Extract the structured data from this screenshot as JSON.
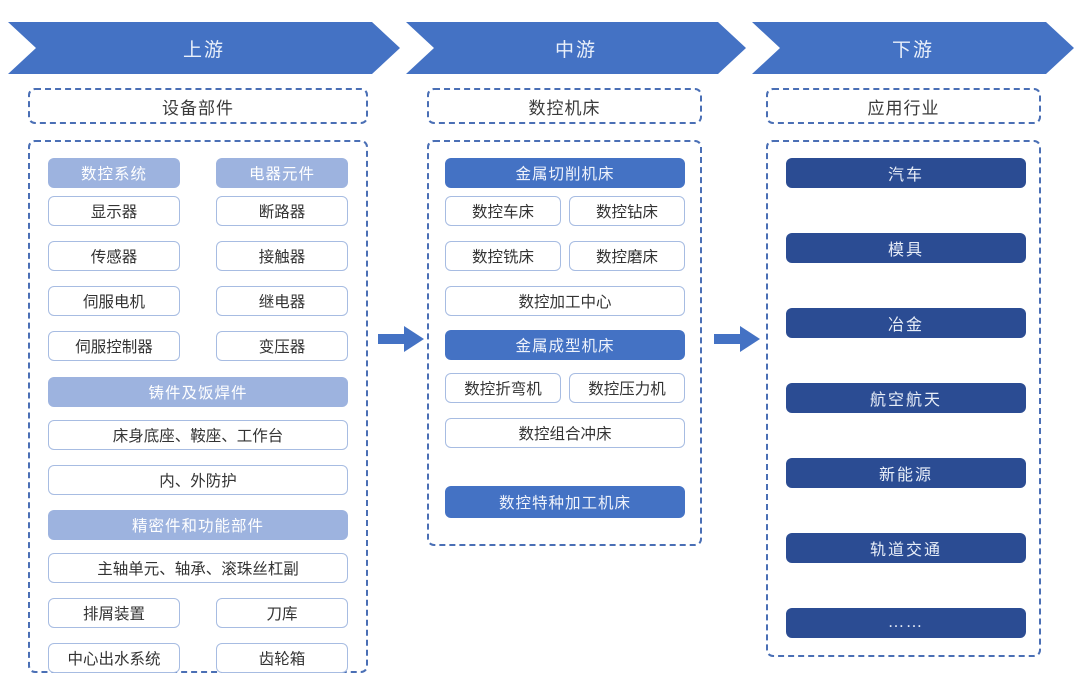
{
  "header": {
    "stages": [
      {
        "label": "上游",
        "icon": "chevron-right"
      },
      {
        "label": "中游",
        "icon": "chevron-right"
      },
      {
        "label": "下游",
        "icon": "chevron-right"
      }
    ]
  },
  "subtitles": {
    "upstream": "设备部件",
    "midstream": "数控机床",
    "downstream": "应用行业"
  },
  "upstream": {
    "groups": [
      {
        "header_left": "数控系统",
        "header_right": "电器元件",
        "rows": [
          {
            "left": "显示器",
            "right": "断路器"
          },
          {
            "left": "传感器",
            "right": "接触器"
          },
          {
            "left": "伺服电机",
            "right": "继电器"
          },
          {
            "left": "伺服控制器",
            "right": "变压器"
          }
        ]
      },
      {
        "header": "铸件及饭焊件",
        "full_rows": [
          "床身底座、鞍座、工作台",
          "内、外防护"
        ]
      },
      {
        "header": "精密件和功能部件",
        "full_rows": [
          "主轴单元、轴承、滚珠丝杠副"
        ],
        "split_rows": [
          {
            "left": "排屑装置",
            "right": "刀库"
          },
          {
            "left": "中心出水系统",
            "right": "齿轮箱"
          }
        ]
      }
    ]
  },
  "midstream": {
    "groups": [
      {
        "header": "金属切削机床",
        "split_rows": [
          {
            "left": "数控车床",
            "right": "数控钻床"
          },
          {
            "left": "数控铣床",
            "right": "数控磨床"
          }
        ],
        "full_rows": [
          "数控加工中心"
        ]
      },
      {
        "header": "金属成型机床",
        "split_rows": [
          {
            "left": "数控折弯机",
            "right": "数控压力机"
          }
        ],
        "full_rows": [
          "数控组合冲床"
        ]
      },
      {
        "header": "数控特种加工机床",
        "split_rows": [],
        "full_rows": []
      }
    ]
  },
  "downstream": {
    "items": [
      "汽车",
      "模具",
      "冶金",
      "航空航天",
      "新能源",
      "轨道交通",
      "……"
    ]
  },
  "connectors": [
    {
      "icon": "arrow-right",
      "from": "upstream",
      "to": "midstream"
    },
    {
      "icon": "arrow-right",
      "from": "midstream",
      "to": "downstream"
    }
  ],
  "colors": {
    "chevron": "#4472C4",
    "category_light": "#9DB3DF",
    "category_mid": "#4472C4",
    "downstream_bar": "#2B4C93",
    "dashed_border": "#4A6FB5",
    "item_border": "#A7BCE2"
  }
}
